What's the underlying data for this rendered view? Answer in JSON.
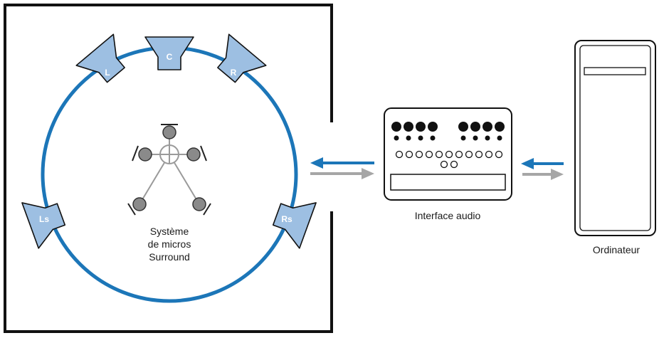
{
  "colors": {
    "circle": "#1c76b8",
    "speaker_fill": "#9dbfe2",
    "arrow_blue": "#1c76b8",
    "arrow_gray": "#a6a6a6",
    "mic_fill": "#8a8a8a"
  },
  "speakers": {
    "left": "L",
    "center": "C",
    "right": "R",
    "left_surround": "Ls",
    "right_surround": "Rs"
  },
  "mic_array": {
    "line1": "Système",
    "line2": "de micros",
    "line3": "Surround"
  },
  "interface": {
    "label": "Interface audio"
  },
  "computer": {
    "label": "Ordinateur"
  }
}
